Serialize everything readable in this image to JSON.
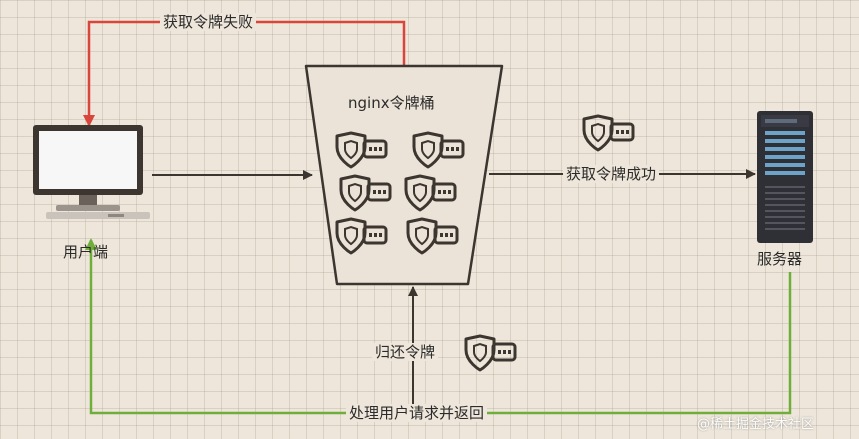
{
  "labels": {
    "fail": "获取令牌失败",
    "bucket": "nginx令牌桶",
    "client": "用户端",
    "success": "获取令牌成功",
    "server": "服务器",
    "return_token": "归还令牌",
    "process": "处理用户请求并返回"
  },
  "watermark": "@稀土掘金技术社区",
  "colors": {
    "fail_arrow": "#d9453b",
    "process_arrow": "#6fae3a",
    "arrow": "#3c3631",
    "bucket_fill": "#ece3d8",
    "key": "#3c3631"
  },
  "icons": {
    "client": "computer-monitor-icon",
    "server": "server-rack-icon",
    "token": "key-icon"
  }
}
